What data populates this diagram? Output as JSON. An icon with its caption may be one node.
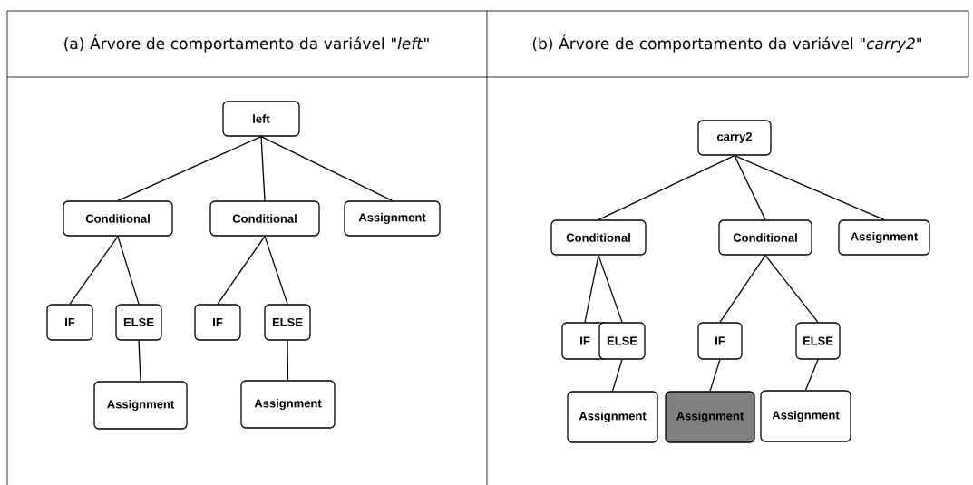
{
  "diagram": {
    "nodes": [
      {
        "text": [
          "left"
        ]
      },
      {
        "text": [
          "Conditional"
        ]
      },
      {
        "text": [
          "Conditional"
        ]
      },
      {
        "text": [
          "Assignment"
        ]
      },
      {
        "text": [
          "IF"
        ]
      },
      {
        "text": [
          "ELSE"
        ]
      },
      {
        "text": [
          "IF"
        ]
      },
      {
        "text": [
          "ELSE"
        ]
      },
      {
        "text": [
          "Assignment"
        ]
      },
      {
        "text": [
          "Assignment"
        ]
      },
      {
        "text": [
          "carry2"
        ]
      },
      {
        "text": [
          "Conditional"
        ]
      },
      {
        "text": [
          "Conditional"
        ]
      },
      {
        "text": [
          "Assignment"
        ]
      },
      {
        "text": [
          "IF"
        ]
      },
      {
        "text": [
          "ELSE"
        ]
      },
      {
        "text": [
          "IF"
        ]
      },
      {
        "text": [
          "ELSE"
        ]
      },
      {
        "text": [
          "Assignment"
        ]
      },
      {
        "text": [
          "Assignment"
        ]
      },
      {
        "text": [
          "Assignment"
        ]
      }
    ],
    "edges": [
      {
        "from": 0,
        "to": 1,
        "arrow": "none"
      },
      {
        "from": 0,
        "to": 2,
        "arrow": "none"
      },
      {
        "from": 0,
        "to": 3,
        "arrow": "none"
      },
      {
        "from": 1,
        "to": 4,
        "arrow": "none"
      },
      {
        "from": 1,
        "to": 5,
        "arrow": "none"
      },
      {
        "from": 2,
        "to": 6,
        "arrow": "none"
      },
      {
        "from": 2,
        "to": 7,
        "arrow": "none"
      },
      {
        "from": 5,
        "to": 8,
        "arrow": "none"
      },
      {
        "from": 7,
        "to": 9,
        "arrow": "none"
      },
      {
        "from": 10,
        "to": 11,
        "arrow": "none"
      },
      {
        "from": 10,
        "to": 12,
        "arrow": "none"
      },
      {
        "from": 10,
        "to": 13,
        "arrow": "none"
      },
      {
        "from": 11,
        "to": 14,
        "arrow": "none"
      },
      {
        "from": 11,
        "to": 15,
        "arrow": "none"
      },
      {
        "from": 12,
        "to": 16,
        "arrow": "none"
      },
      {
        "from": 12,
        "to": 17,
        "arrow": "none"
      },
      {
        "from": 15,
        "to": 18,
        "arrow": "none"
      },
      {
        "from": 16,
        "to": 19,
        "arrow": "none"
      },
      {
        "from": 17,
        "to": 20,
        "arrow": "none"
      }
    ],
    "labels": [
      "(a) Árvore de comportamento da variável \"*left*\"",
      "(b) Árvore de comportamento da variável *\"carry2\"*"
    ]
  }
}
